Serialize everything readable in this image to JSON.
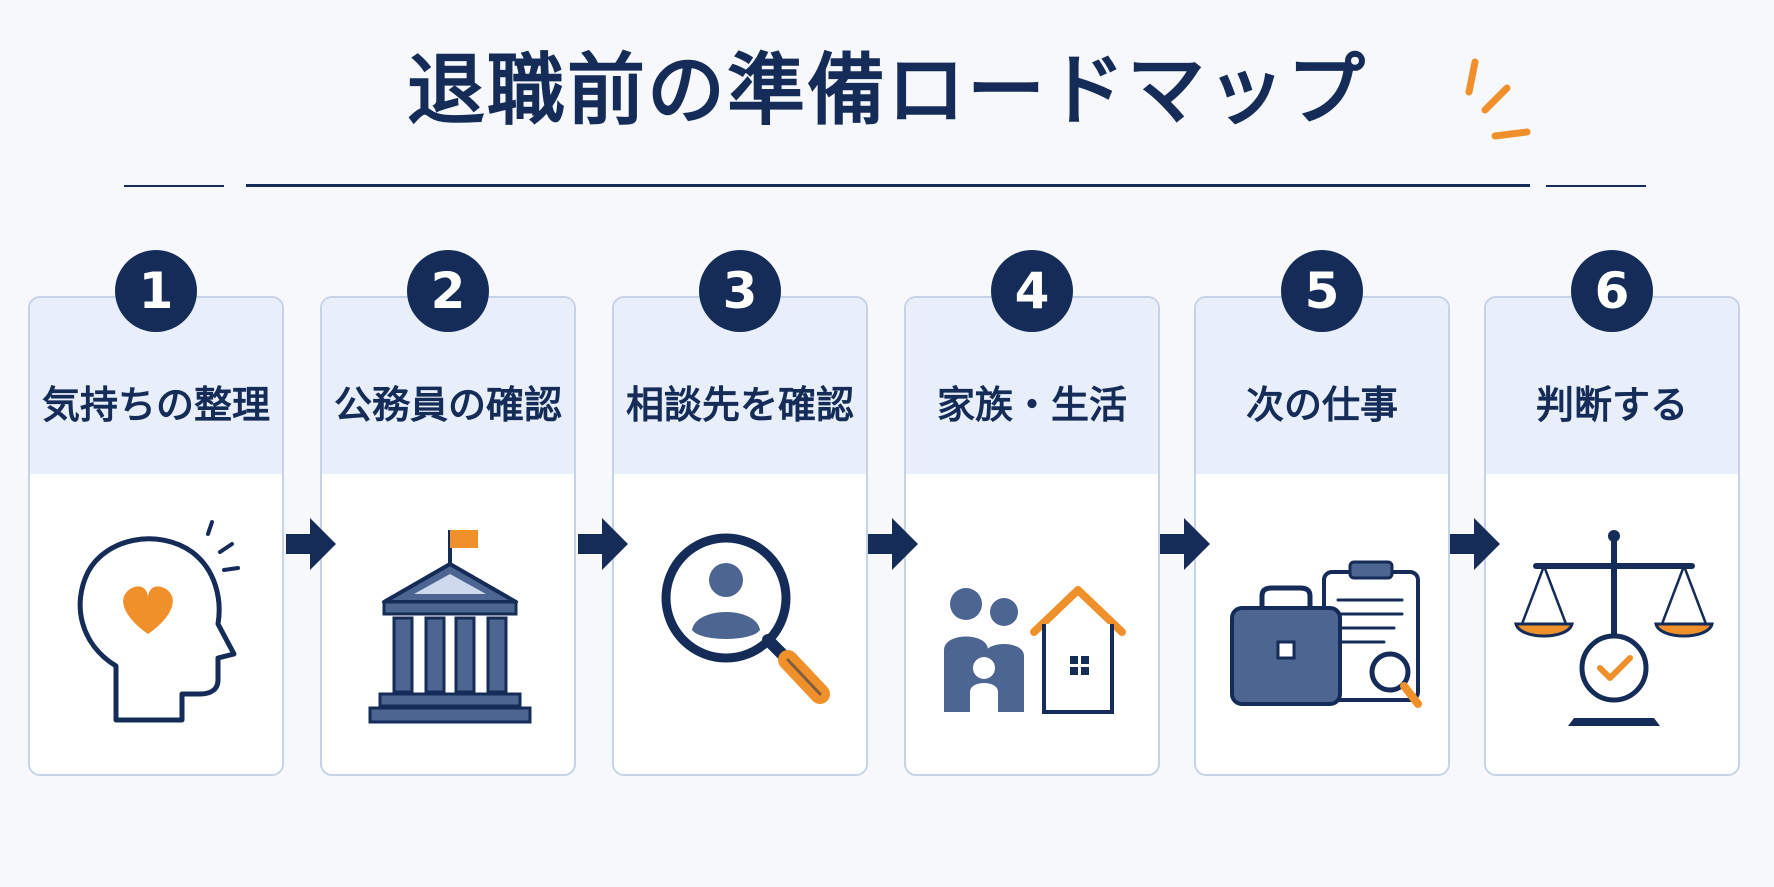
{
  "title": "退職前の準備ロードマップ",
  "colors": {
    "navy": "#142c57",
    "orange": "#f0902a",
    "slate": "#4c6591",
    "light_blue": "#e8effa"
  },
  "steps": [
    {
      "number": "1",
      "label": "気持ちの整理",
      "icon": "head-heart-icon"
    },
    {
      "number": "2",
      "label": "公務員の確認",
      "icon": "government-building-icon"
    },
    {
      "number": "3",
      "label": "相談先を確認",
      "icon": "magnifier-person-icon"
    },
    {
      "number": "4",
      "label": "家族・生活",
      "icon": "family-house-icon"
    },
    {
      "number": "5",
      "label": "次の仕事",
      "icon": "briefcase-clipboard-icon"
    },
    {
      "number": "6",
      "label": "判断する",
      "icon": "scales-check-icon"
    }
  ]
}
